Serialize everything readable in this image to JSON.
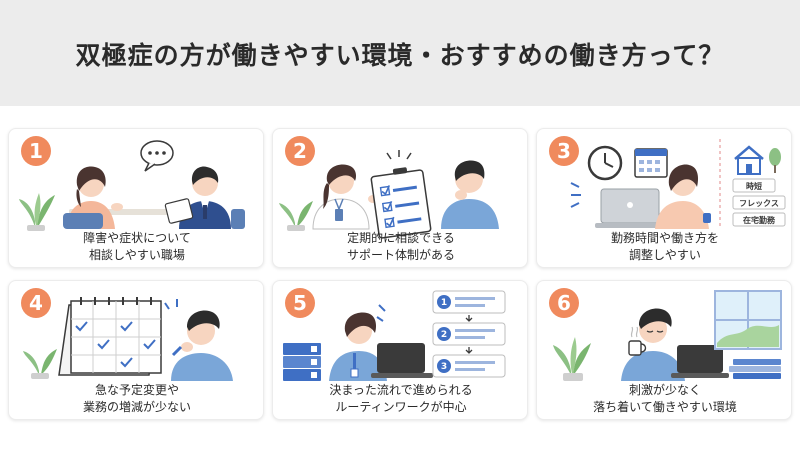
{
  "title": "双極症の方が働きやすい環境・おすすめの働き方って？",
  "cards": [
    {
      "number": "1",
      "lines": [
        "障害や症状について",
        "相談しやすい職場"
      ]
    },
    {
      "number": "2",
      "lines": [
        "定期的に相談できる",
        "サポート体制がある"
      ]
    },
    {
      "number": "3",
      "lines": [
        "勤務時間や働き方を",
        "調整しやすい"
      ],
      "tags": [
        "時短",
        "フレックス",
        "在宅勤務"
      ]
    },
    {
      "number": "4",
      "lines": [
        "急な予定変更や",
        "業務の増減が少ない"
      ]
    },
    {
      "number": "5",
      "lines": [
        "決まった流れで進められる",
        "ルーティンワークが中心"
      ],
      "steps": [
        "1",
        "2",
        "3"
      ]
    },
    {
      "number": "6",
      "lines": [
        "刺激が少なく",
        "落ち着いて働きやすい環境"
      ]
    }
  ]
}
